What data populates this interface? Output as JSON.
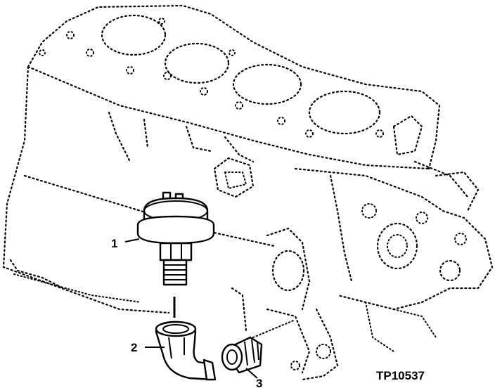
{
  "callouts": {
    "c1": "1",
    "c2": "2",
    "c3": "3"
  },
  "figure_id": "TP10537"
}
